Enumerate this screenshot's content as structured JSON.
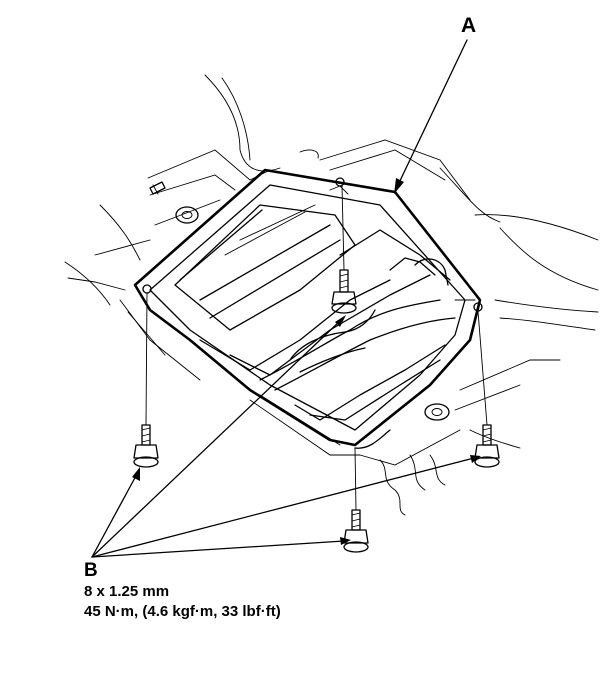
{
  "labels": {
    "a": "A",
    "b": "B"
  },
  "spec": {
    "size": "8 x 1.25 mm",
    "torque": "45 N·m, (4.6 kgf·m, 33 lbf·ft)"
  },
  "colors": {
    "ink": "#000000",
    "paper": "#ffffff"
  }
}
